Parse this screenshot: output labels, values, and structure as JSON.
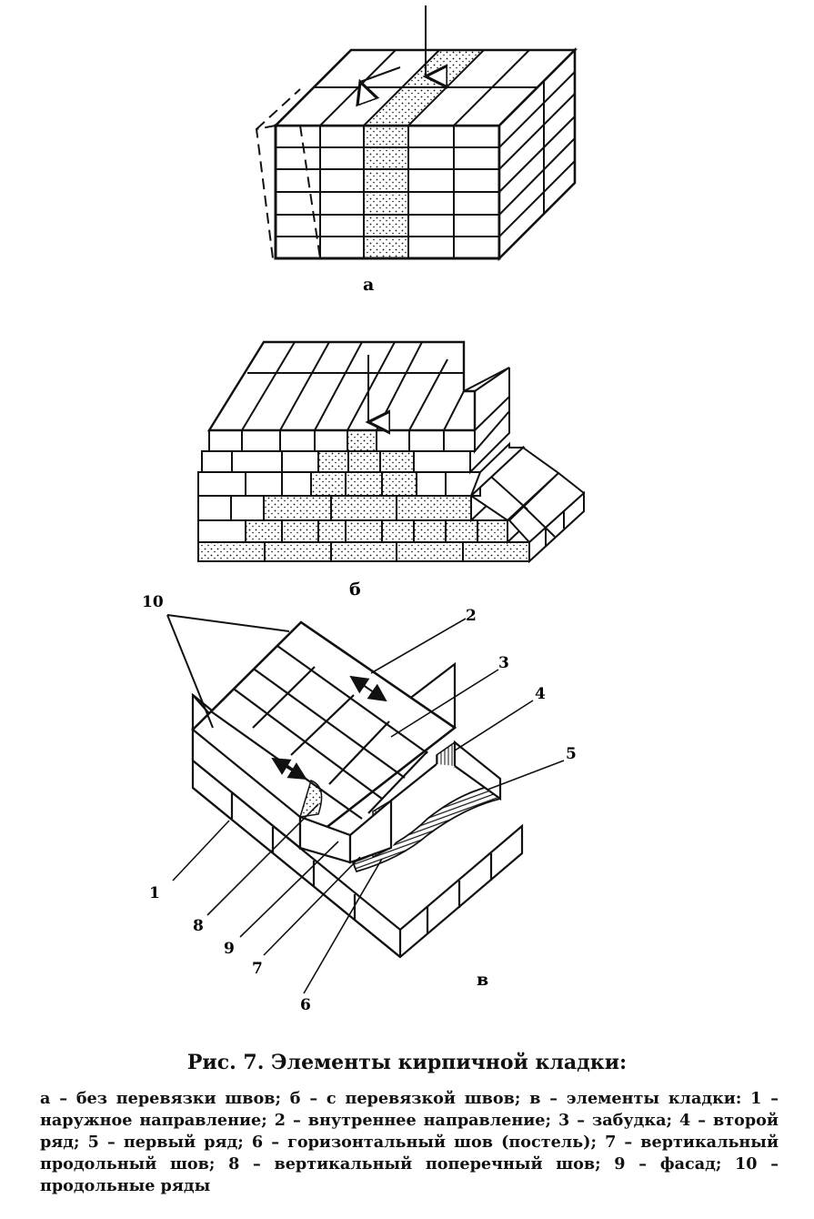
{
  "figure": {
    "title": "Рис. 7. Элементы кирпичной кладки:",
    "caption_parts": [
      "а – без перевязки швов; ",
      "б – с перевязкой швов; ",
      "в – элементы кладки: ",
      "1 – наружное направление; ",
      "2 – внутреннее направление; ",
      "3 – забудка; ",
      "4 – второй ряд; ",
      "5 – первый ряд; ",
      "6 – горизонтальный шов (постель); ",
      "7 – вертикальный продольный шов; ",
      "8 – вертикальный поперечный шов; ",
      "9 – фасад; ",
      "10 – продольные ряды"
    ]
  },
  "panels": {
    "a": {
      "label": "а"
    },
    "b": {
      "label": "б"
    },
    "c": {
      "label": "в"
    }
  },
  "callouts": [
    "1",
    "2",
    "3",
    "4",
    "5",
    "6",
    "7",
    "8",
    "9",
    "10"
  ],
  "colors": {
    "ink": "#111111",
    "paper": "#ffffff"
  }
}
